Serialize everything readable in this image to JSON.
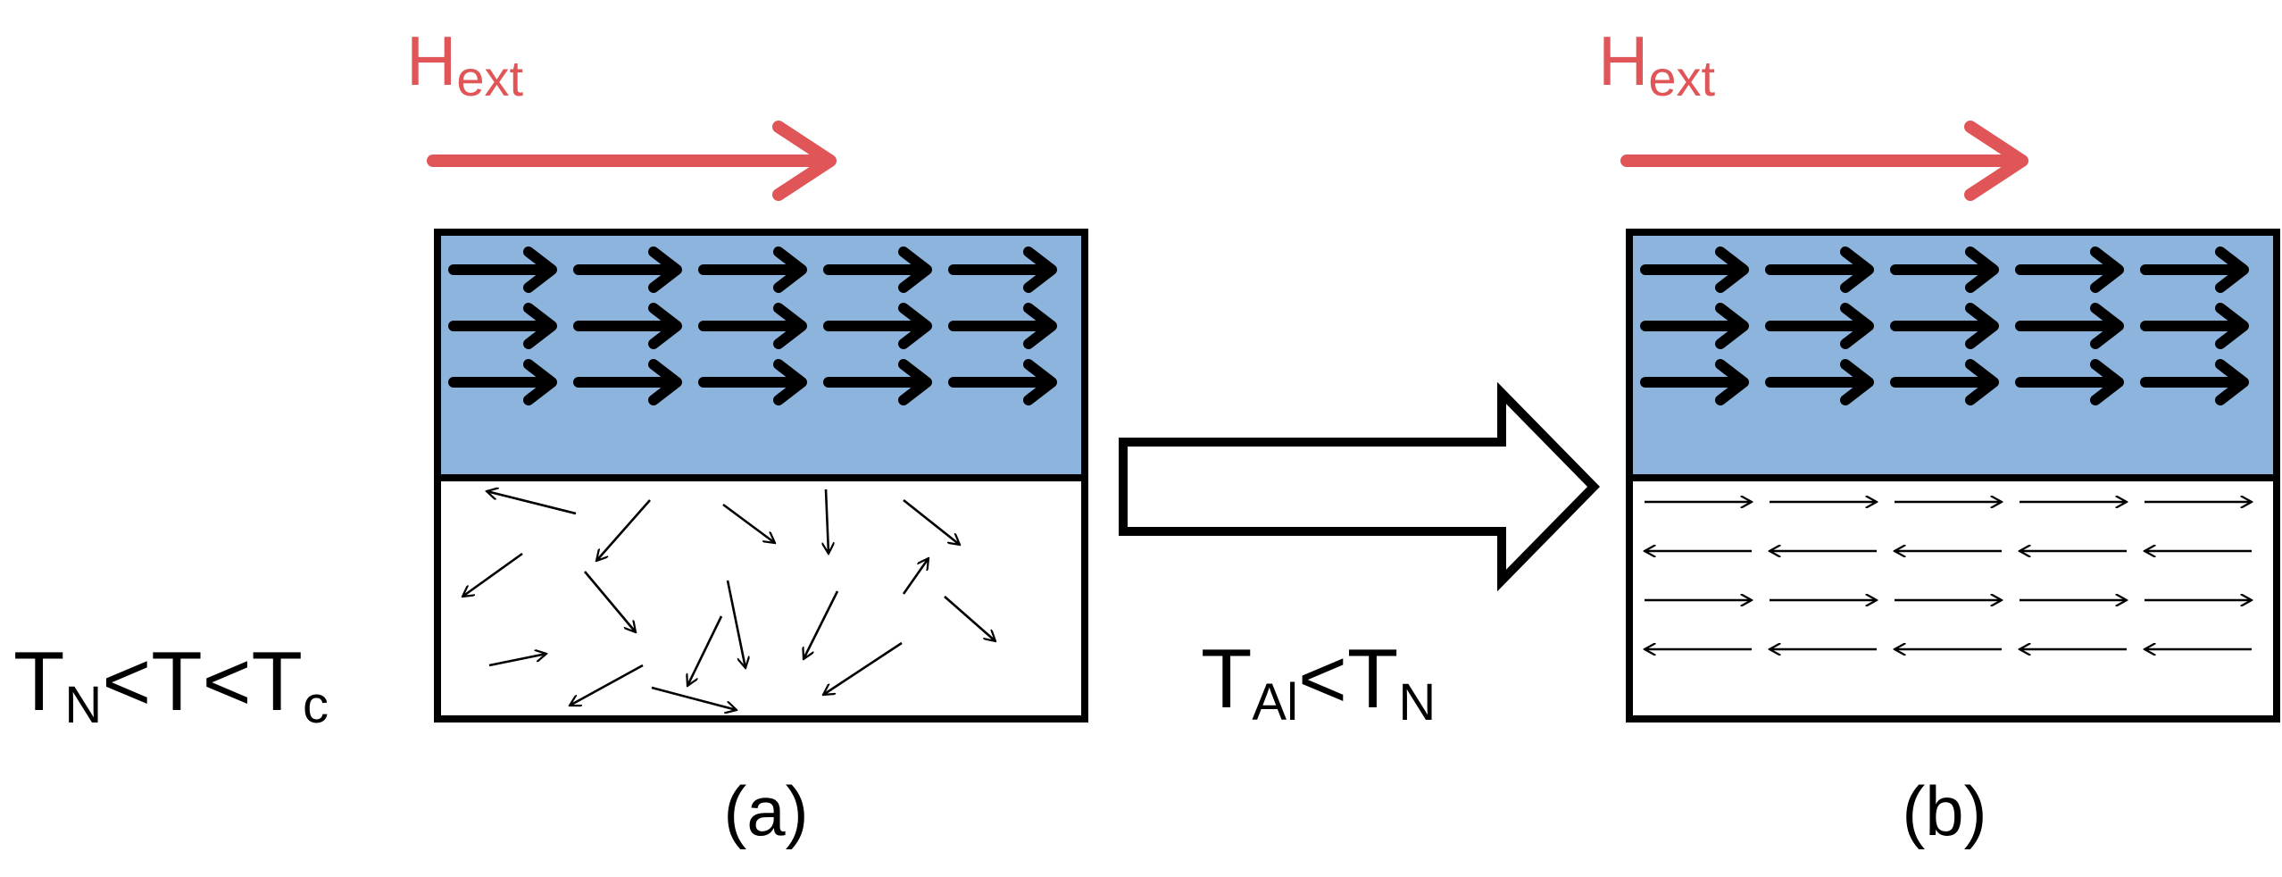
{
  "colors": {
    "field": "#e05557",
    "ferromagnet_fill": "#8db4dc",
    "antiferromagnet_fill": "#ffffff",
    "outline": "#000000",
    "background": "#ffffff"
  },
  "icons": {
    "field_arrow": "arrow-right-icon",
    "process_arrow": "hollow-arrow-right-icon",
    "spin": "arrow-icon"
  },
  "panel_a": {
    "field_label": {
      "main": "H",
      "sub": "ext"
    },
    "temperature": {
      "t1": "T",
      "t1_sub": "N",
      "lt1": "<",
      "t2": "T",
      "lt2": "<",
      "t3": "T",
      "t3_sub": "c"
    },
    "tag": "(a)",
    "top_layer": {
      "order": "aligned",
      "spin_direction": "right",
      "rows": 3,
      "cols": 5
    },
    "bottom_layer": {
      "order": "random",
      "spin_count": 16
    }
  },
  "transition": {
    "temperature": {
      "t1": "T",
      "t1_sub": "Al",
      "lt": "<",
      "t2": "T",
      "t2_sub": "N"
    }
  },
  "panel_b": {
    "field_label": {
      "main": "H",
      "sub": "ext"
    },
    "tag": "(b)",
    "top_layer": {
      "order": "aligned",
      "spin_direction": "right",
      "rows": 3,
      "cols": 5
    },
    "bottom_layer": {
      "order": "antiparallel",
      "row_directions": [
        "right",
        "left",
        "right",
        "left"
      ],
      "cols": 5
    }
  }
}
